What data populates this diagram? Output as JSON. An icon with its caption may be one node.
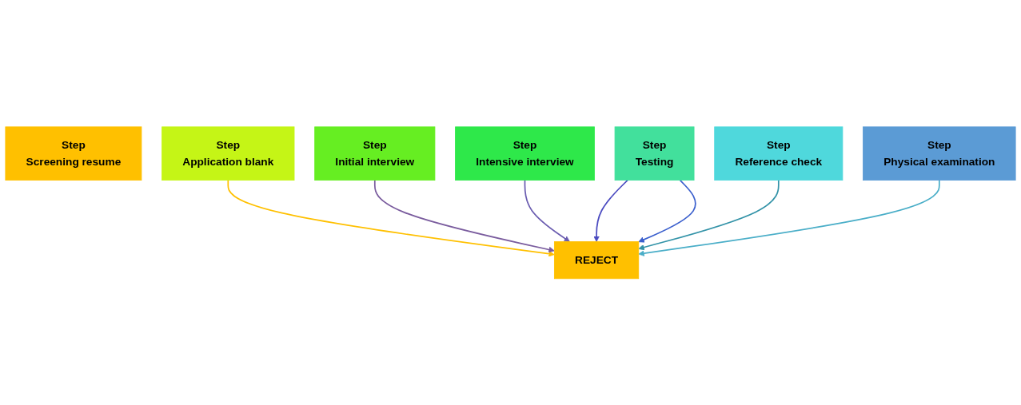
{
  "diagram": {
    "nodes": [
      {
        "text": [
          "Step",
          "Screening resume"
        ]
      },
      {
        "text": [
          "Step",
          "Application blank"
        ]
      },
      {
        "text": [
          "Step",
          "Initial interview"
        ]
      },
      {
        "text": [
          "Step",
          "Intensive interview"
        ]
      },
      {
        "text": [
          "Step",
          "Testing"
        ]
      },
      {
        "text": [
          "Step",
          "Reference check"
        ]
      },
      {
        "text": [
          "Step",
          "Physical examination"
        ]
      },
      {
        "text": [
          "REJECT"
        ]
      }
    ],
    "edges": [
      {
        "from": 1,
        "to": 7,
        "arrow": "to",
        "color": "#ffc000"
      },
      {
        "from": 2,
        "to": 7,
        "arrow": "to",
        "color": "#7a5c9e"
      },
      {
        "from": 3,
        "to": 7,
        "arrow": "to",
        "color": "#6a5cb0"
      },
      {
        "from": 4,
        "to": 7,
        "arrow": "to",
        "color": "#4b4bc0"
      },
      {
        "from": 4,
        "to": 7,
        "arrow": "to",
        "color": "#3a5fcd"
      },
      {
        "from": 5,
        "to": 7,
        "arrow": "to",
        "color": "#3393a8"
      },
      {
        "from": 6,
        "to": 7,
        "arrow": "to",
        "color": "#4aaec8"
      }
    ]
  }
}
